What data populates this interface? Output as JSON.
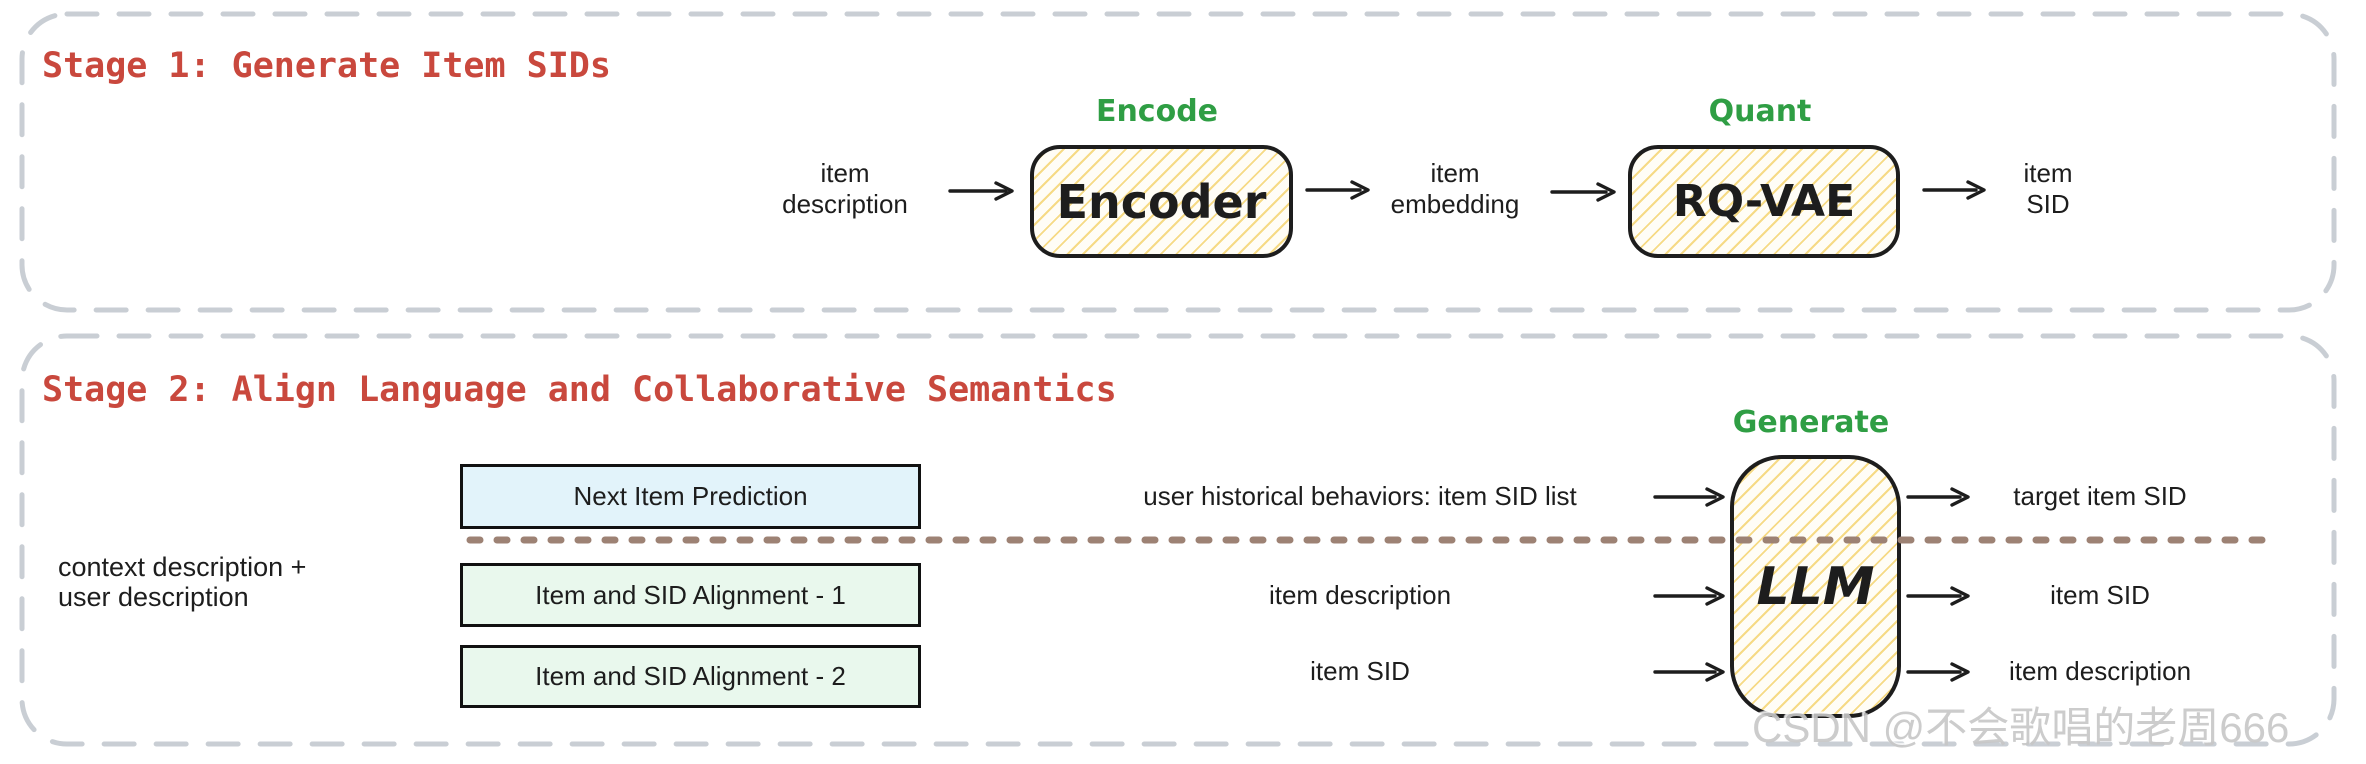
{
  "stage1": {
    "title": "Stage 1: Generate Item SIDs",
    "input_line1": "item",
    "input_line2": "description",
    "encode_label": "Encode",
    "encoder_label": "Encoder",
    "embed_line1": "item",
    "embed_line2": "embedding",
    "quant_label": "Quant",
    "rqvae_label": "RQ-VAE",
    "output_line1": "item",
    "output_line2": "SID"
  },
  "stage2": {
    "title": "Stage 2: Align Language and Collaborative Semantics",
    "context_line1": "context description +",
    "context_line2": "user description",
    "tasks": [
      {
        "label": "Next Item Prediction"
      },
      {
        "label": "Item and SID Alignment - 1"
      },
      {
        "label": "Item and SID Alignment - 2"
      }
    ],
    "rows": [
      {
        "input": "user historical behaviors: item SID list",
        "output": "target item SID"
      },
      {
        "input": "item description",
        "output": "item SID"
      },
      {
        "input": "item SID",
        "output": "item description"
      }
    ],
    "generate_label": "Generate",
    "llm_label": "LLM"
  },
  "watermark": "CSDN @不会歌唱的老周666",
  "colors": {
    "title_red": "#c9483d",
    "hand_green": "#2f9e44",
    "task_blue_fill": "#e2f3fa",
    "task_green_fill": "#e9f8ed",
    "hatch_yellow": "#f6da85",
    "node_border": "#1d1d1d",
    "stage_dash_gray": "#c9ced4",
    "dotted_line_brown": "#9d8274",
    "text_ink": "#1d1d1d",
    "watermark_gray": "#c7c7c7"
  }
}
